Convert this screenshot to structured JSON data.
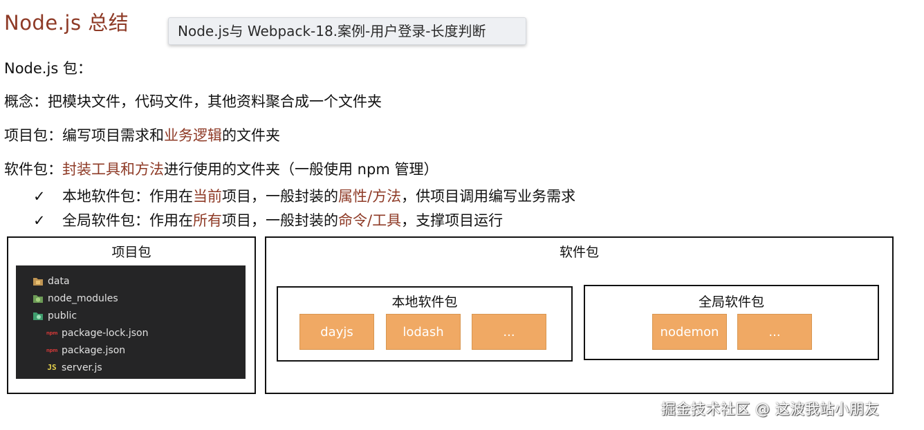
{
  "title": "Node.js 总结",
  "tooltip": "Node.js与 Webpack-18.案例-用户登录-长度判断",
  "lines": {
    "heading": "Node.js 包：",
    "concept": "概念：把模块文件，代码文件，其他资料聚合成一个文件夹",
    "project": {
      "prefix": "项目包：编写项目需求和",
      "highlight": "业务逻辑",
      "suffix": "的文件夹"
    },
    "software": {
      "prefix": "软件包：",
      "highlight": "封装工具和方法",
      "suffix": "进行使用的文件夹（一般使用 npm 管理）"
    },
    "local": {
      "check": "✓",
      "a": "本地软件包：作用在",
      "h1": "当前",
      "b": "项目，一般封装的",
      "h2": "属性/方法",
      "c": "，供项目调用编写业务需求"
    },
    "global": {
      "check": "✓",
      "a": "全局软件包：作用在",
      "h1": "所有",
      "b": "项目，一般封装的",
      "h2": "命令/工具",
      "c": "，支撑项目运行"
    }
  },
  "project_box": {
    "title": "项目包",
    "files": [
      {
        "name": "data",
        "icon": "folder-icon",
        "expandable": true
      },
      {
        "name": "node_modules",
        "icon": "node-folder-icon",
        "expandable": true
      },
      {
        "name": "public",
        "icon": "public-folder-icon",
        "expandable": true
      },
      {
        "name": "package-lock.json",
        "icon": "npm-icon",
        "expandable": false
      },
      {
        "name": "package.json",
        "icon": "npm-icon",
        "expandable": false
      },
      {
        "name": "server.js",
        "icon": "js-icon",
        "expandable": false
      }
    ],
    "npm_badge": "npm",
    "js_badge": "JS"
  },
  "software_box": {
    "title": "软件包",
    "local": {
      "title": "本地软件包",
      "packages": [
        "dayjs",
        "lodash",
        "..."
      ]
    },
    "global": {
      "title": "全局软件包",
      "packages": [
        "nodemon",
        "..."
      ]
    }
  },
  "watermark": "掘金技术社区 @ 这波我站小朋友",
  "colors": {
    "accent": "#8e3a26",
    "package": "#f0a964",
    "explorer_bg": "#252526"
  }
}
